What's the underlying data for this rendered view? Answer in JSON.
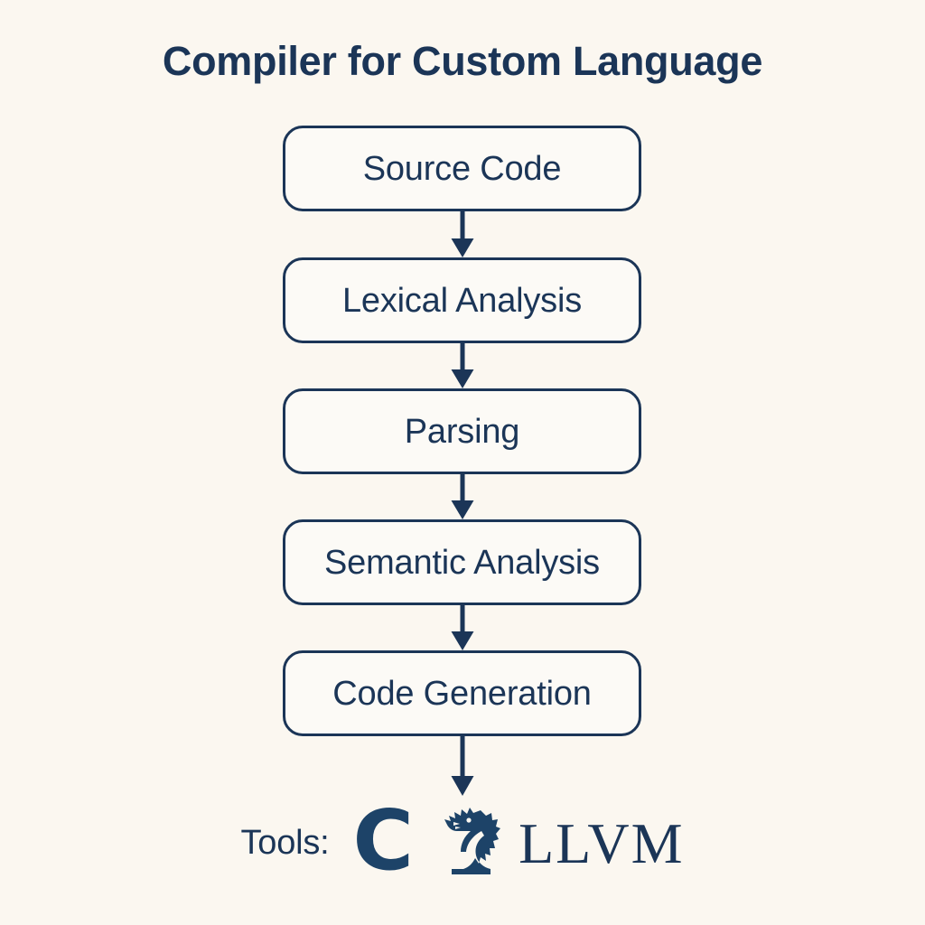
{
  "title": "Compiler for Custom Language",
  "colors": {
    "background": "#fbf7f0",
    "box_fill": "#fcfaf6",
    "navy": "#1b3557",
    "logo_navy": "#1d4368"
  },
  "flow": {
    "steps": [
      {
        "label": "Source Code"
      },
      {
        "label": "Lexical Analysis"
      },
      {
        "label": "Parsing"
      },
      {
        "label": "Semantic Analysis"
      },
      {
        "label": "Code Generation"
      }
    ],
    "connectors": [
      {
        "name": "arrow-source-code-to-lexical-analysis"
      },
      {
        "name": "arrow-lexical-analysis-to-parsing"
      },
      {
        "name": "arrow-parsing-to-semantic-analysis"
      },
      {
        "name": "arrow-semantic-analysis-to-code-generation"
      },
      {
        "name": "arrow-code-generation-to-tools"
      }
    ]
  },
  "tools": {
    "label": "Tools:",
    "items": [
      {
        "name": "c-logo",
        "text": "C"
      },
      {
        "name": "llvm-dragon-icon",
        "text": ""
      },
      {
        "name": "llvm-wordmark",
        "text": "LLVM"
      }
    ]
  }
}
